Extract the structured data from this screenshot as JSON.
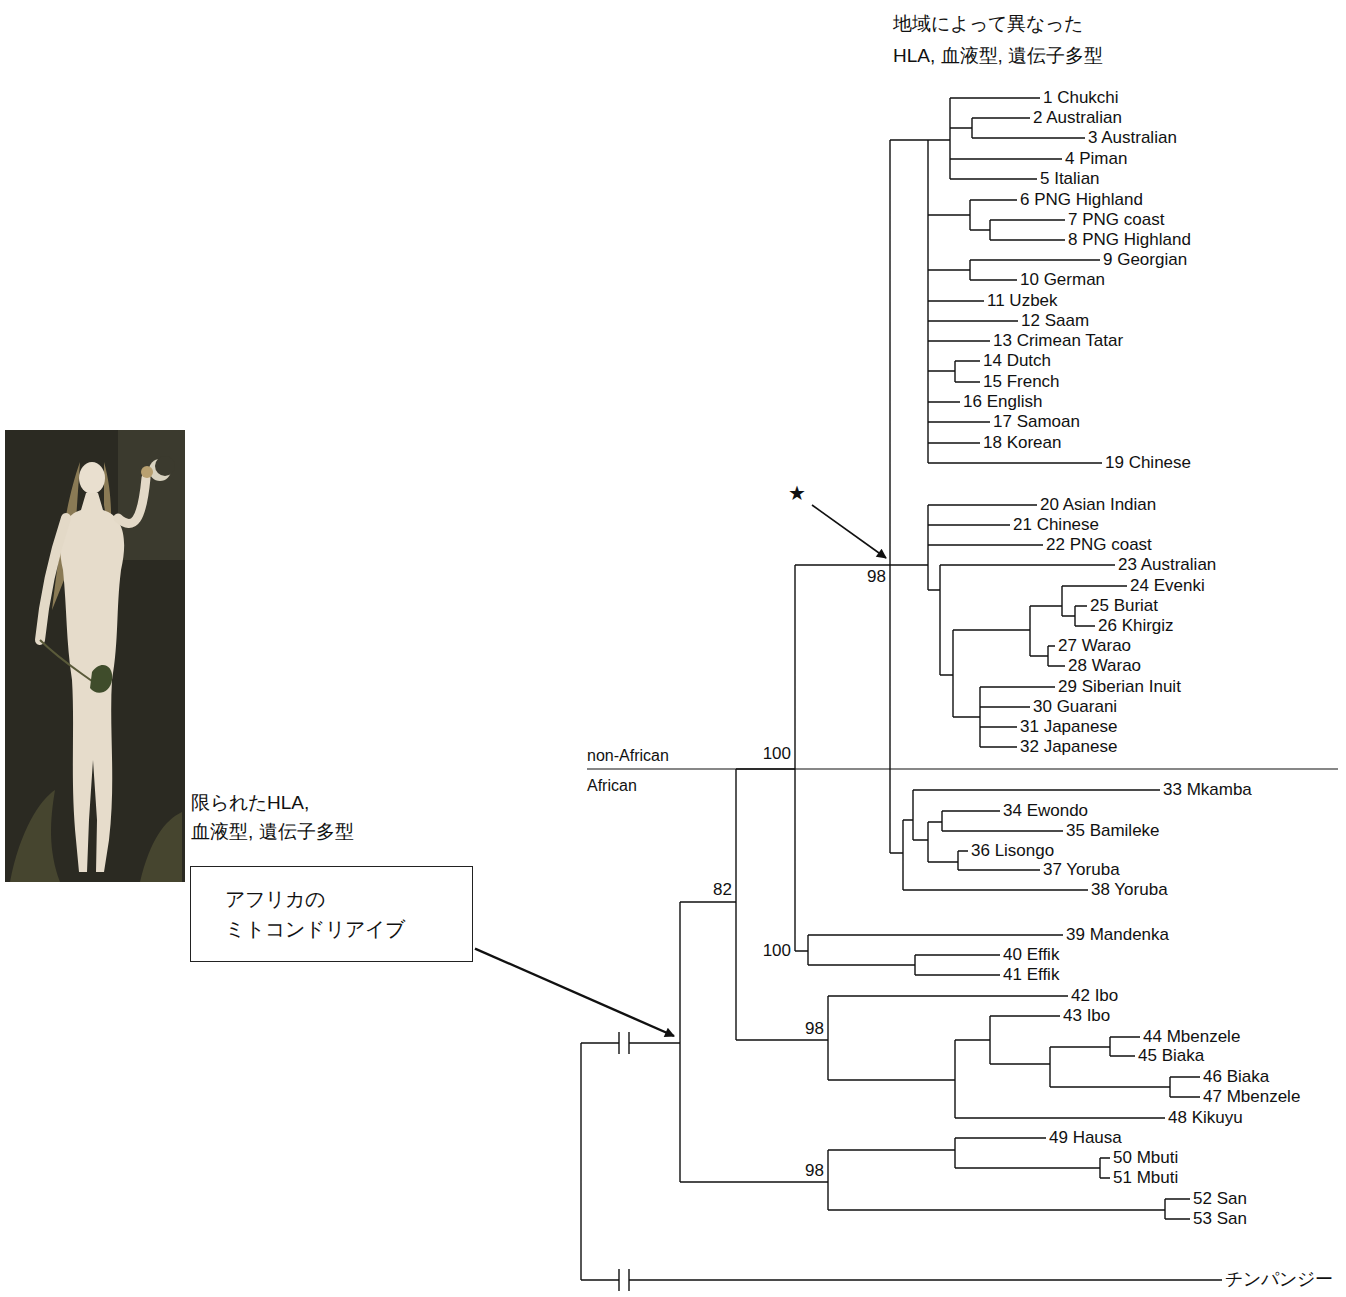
{
  "diagram": {
    "nodes": [
      {
        "text": [
          "アフリカの ミトコンドリアイブ"
        ]
      }
    ],
    "labels": [
      "地域によって異なった HLA, 血液型, 遺伝子多型",
      "1 Chukchi",
      "2 Australian",
      "3 Australian",
      "4 Piman",
      "5 Italian",
      "6 PNG Highland",
      "7 PNG coast",
      "8 PNG Highland",
      "9 Georgian",
      "10 German",
      "11 Uzbek",
      "12 Saam",
      "13 Crimean Tatar",
      "14 Dutch",
      "15 French",
      "16 English",
      "17 Samoan",
      "18 Korean",
      "19 Chinese",
      "20 Asian Indian",
      "21 Chinese",
      "22 PNG coast",
      "23 Australian",
      "24 Evenki",
      "25 Buriat",
      "26 Khirgiz",
      "27 Warao",
      "28 Warao",
      "29 Siberian Inuit",
      "30 Guarani",
      "31 Japanese",
      "32 Japanese",
      "33 Mkamba",
      "34 Ewondo",
      "35 Bamileke",
      "36 Lisongo",
      "37 Yoruba",
      "38 Yoruba",
      "39 Mandenka",
      "40 Effik",
      "41 Effik",
      "42 Ibo",
      "43 Ibo",
      "44 Mbenzele",
      "45 Biaka",
      "46 Biaka",
      "47 Mbenzele",
      "48 Kikuyu",
      "49 Hausa",
      "50 Mbuti",
      "51 Mbuti",
      "52 San",
      "53 San",
      "★",
      "98",
      "100",
      "non-African",
      "African",
      "限られたHLA, 血液型, 遺伝子多型",
      "82",
      "100",
      "98",
      "98",
      "チンパンジー"
    ]
  }
}
